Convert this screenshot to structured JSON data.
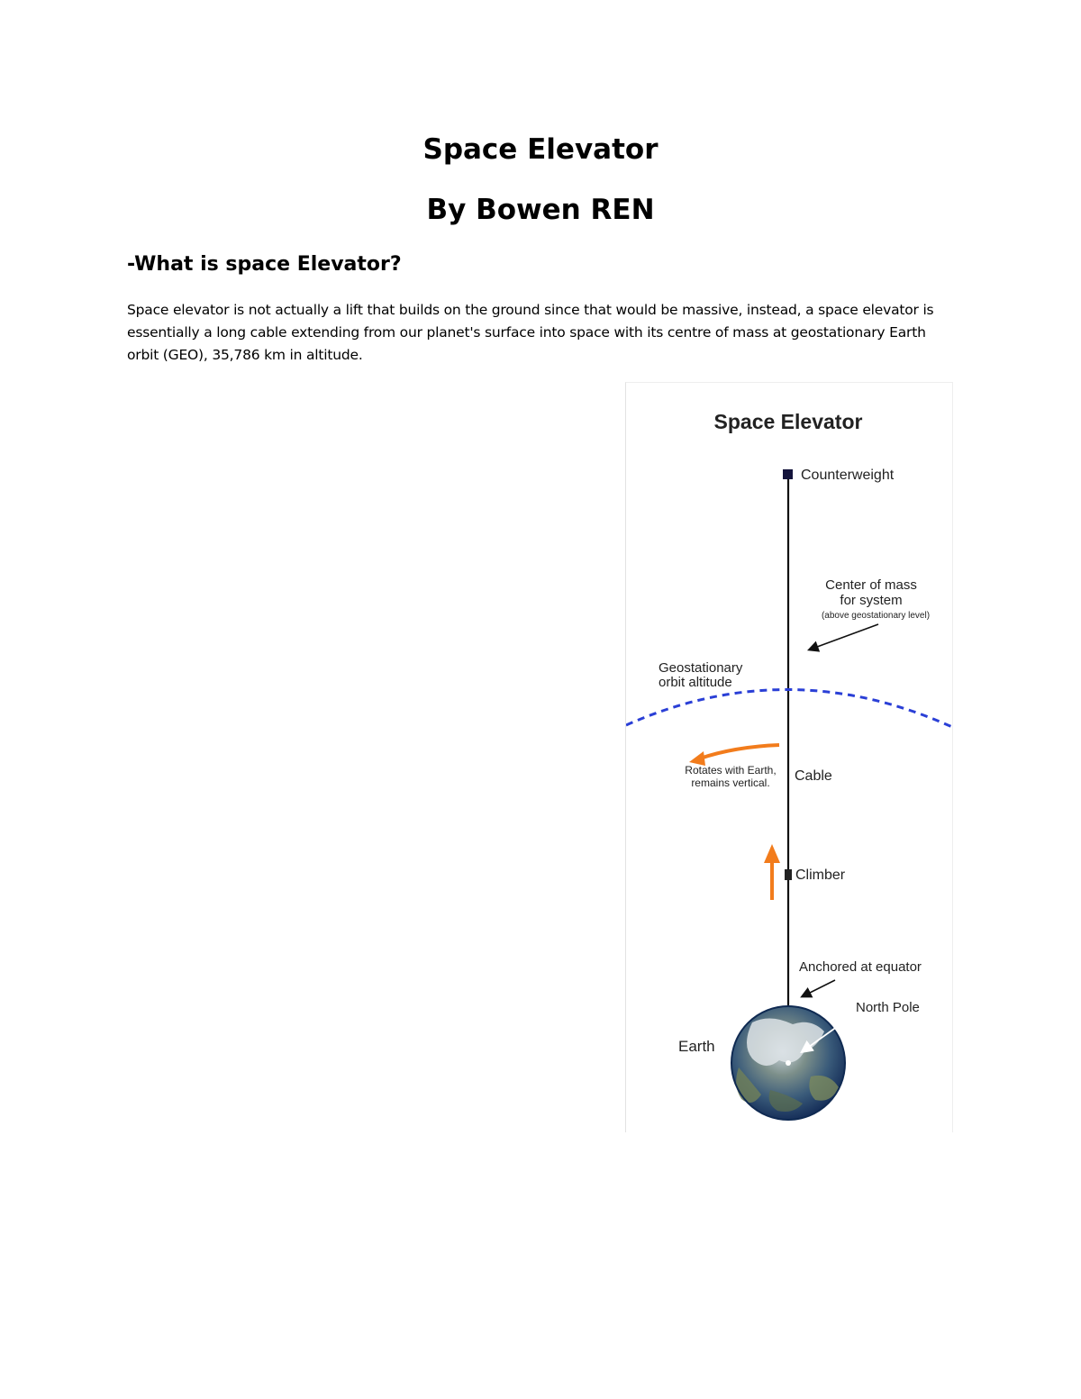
{
  "document": {
    "title": "Space Elevator",
    "author": "By Bowen REN",
    "section_heading": "-What is space Elevator?",
    "paragraph": "Space elevator is not actually a lift that builds on the ground since that would be massive, instead, a space elevator is essentially a long cable extending from our planet's surface into space with its centre of mass at geostationary Earth orbit (GEO), 35,786 km in altitude."
  },
  "figure": {
    "title": "Space Elevator",
    "labels": {
      "counterweight": "Counterweight",
      "center_of_mass_line1": "Center of mass",
      "center_of_mass_line2": "for system",
      "center_of_mass_note": "(above geostationary level)",
      "geo_line1": "Geostationary",
      "geo_line2": "orbit altitude",
      "rotates_line1": "Rotates with Earth,",
      "rotates_line2": "remains vertical.",
      "cable": "Cable",
      "climber": "Climber",
      "anchored": "Anchored at equator",
      "north_pole": "North Pole",
      "earth": "Earth"
    },
    "colors": {
      "orbit": "#2a3fd6",
      "arrow_orange": "#f27c1c",
      "cable": "#111111",
      "counterweight": "#14143c",
      "earth_ocean": "#1f4a86",
      "earth_land": "#6f7f5a"
    }
  }
}
